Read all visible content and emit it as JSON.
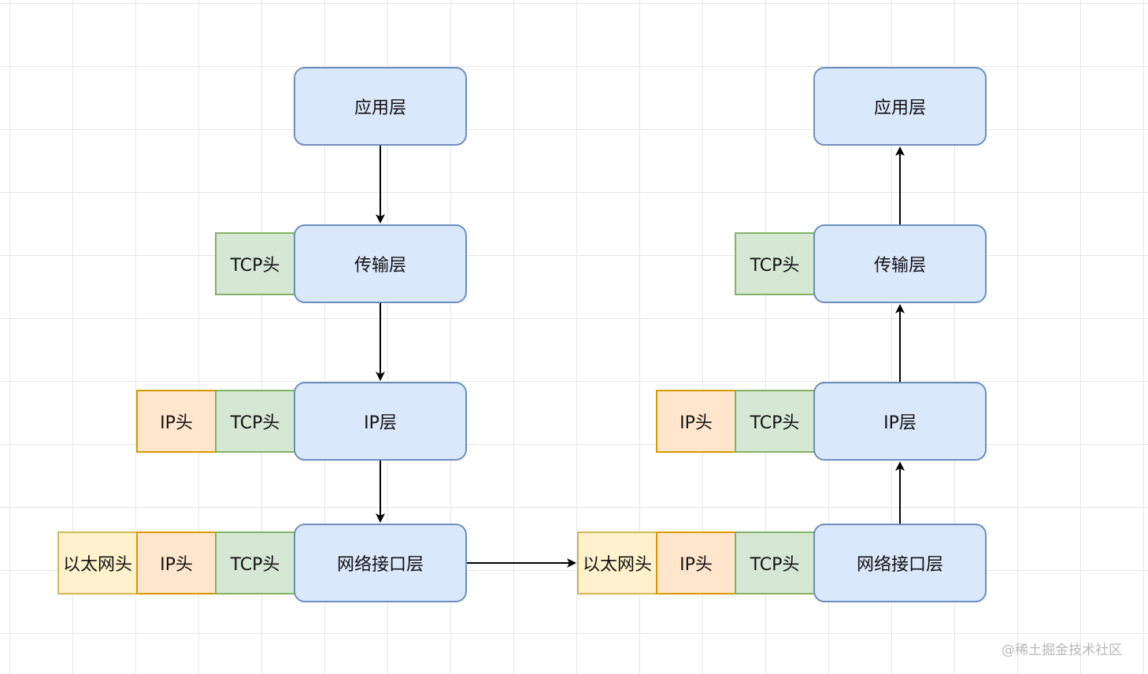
{
  "sender": {
    "application": "应用层",
    "transport": "传输层",
    "ip": "IP层",
    "link": "网络接口层",
    "transport_headers": {
      "tcp": "TCP头"
    },
    "ip_headers": {
      "ip": "IP头",
      "tcp": "TCP头"
    },
    "link_headers": {
      "eth": "以太网头",
      "ip": "IP头",
      "tcp": "TCP头"
    }
  },
  "receiver": {
    "application": "应用层",
    "transport": "传输层",
    "ip": "IP层",
    "link": "网络接口层",
    "transport_headers": {
      "tcp": "TCP头"
    },
    "ip_headers": {
      "ip": "IP头",
      "tcp": "TCP头"
    },
    "link_headers": {
      "eth": "以太网头",
      "ip": "IP头",
      "tcp": "TCP头"
    }
  },
  "colors": {
    "layer_fill": "#dae8fc",
    "layer_stroke": "#6c8ebf",
    "tcp_fill": "#d5e8d4",
    "tcp_stroke": "#82b366",
    "ip_fill": "#ffe6cc",
    "ip_stroke": "#d79b00",
    "eth_fill": "#fff2cc",
    "eth_stroke": "#d6b656"
  },
  "watermark": "@稀土掘金技术社区"
}
